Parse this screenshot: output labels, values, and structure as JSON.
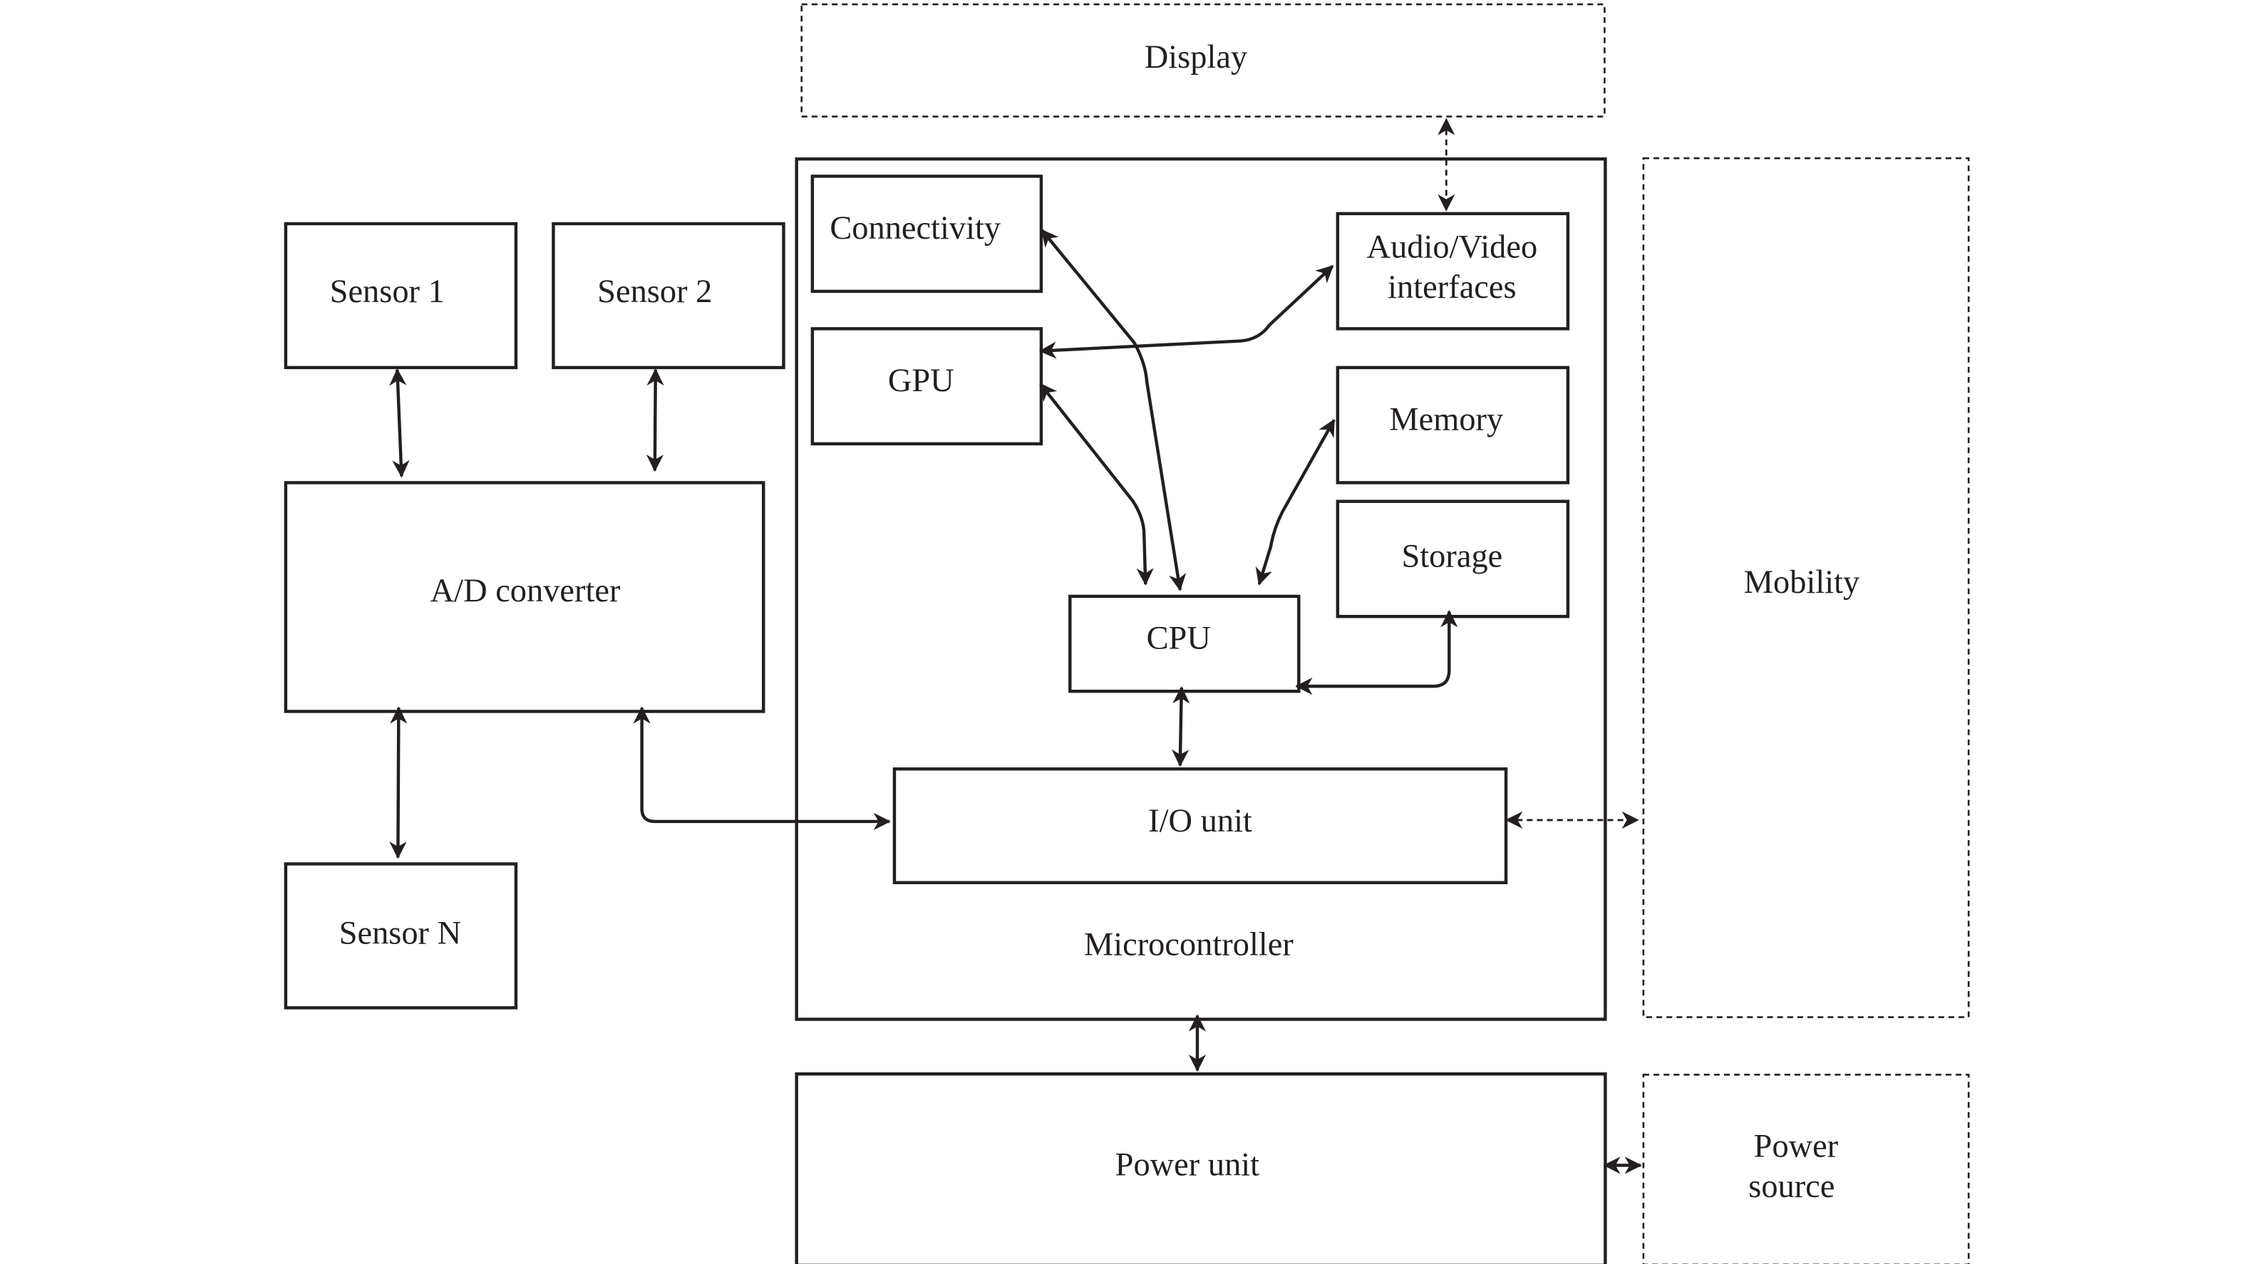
{
  "diagram": {
    "title": "IoT device block diagram",
    "colors": {
      "stroke": "#231f20",
      "background": "#ffffff"
    },
    "external": {
      "display": "Display",
      "mobility": "Mobility",
      "power_source": [
        "Power",
        "source"
      ]
    },
    "sensors": {
      "sensor1": "Sensor 1",
      "sensor2": "Sensor 2",
      "sensorN": "Sensor N",
      "adc": "A/D converter"
    },
    "microcontroller": {
      "label": "Microcontroller",
      "connectivity": "Connectivity",
      "gpu": "GPU",
      "av": [
        "Audio/Video",
        "interfaces"
      ],
      "memory": "Memory",
      "storage": "Storage",
      "cpu": "CPU",
      "io": "I/O unit"
    },
    "power_unit": "Power unit",
    "connections": [
      {
        "from": "Sensor 1",
        "to": "A/D converter",
        "style": "solid",
        "direction": "bidirectional"
      },
      {
        "from": "Sensor 2",
        "to": "A/D converter",
        "style": "solid",
        "direction": "bidirectional"
      },
      {
        "from": "Sensor N",
        "to": "A/D converter",
        "style": "solid",
        "direction": "bidirectional"
      },
      {
        "from": "A/D converter",
        "to": "I/O unit",
        "style": "solid",
        "direction": "bidirectional"
      },
      {
        "from": "Display",
        "to": "Audio/Video interfaces",
        "style": "dashed",
        "direction": "bidirectional"
      },
      {
        "from": "Audio/Video interfaces",
        "to": "GPU",
        "style": "solid",
        "direction": "bidirectional"
      },
      {
        "from": "Connectivity",
        "to": "CPU",
        "style": "solid",
        "direction": "bidirectional"
      },
      {
        "from": "GPU",
        "to": "CPU",
        "style": "solid",
        "direction": "bidirectional"
      },
      {
        "from": "Memory",
        "to": "CPU",
        "style": "solid",
        "direction": "bidirectional"
      },
      {
        "from": "Storage",
        "to": "CPU",
        "style": "solid",
        "direction": "bidirectional"
      },
      {
        "from": "CPU",
        "to": "I/O unit",
        "style": "solid",
        "direction": "bidirectional"
      },
      {
        "from": "I/O unit",
        "to": "Mobility",
        "style": "dashed",
        "direction": "bidirectional"
      },
      {
        "from": "Microcontroller",
        "to": "Power unit",
        "style": "solid",
        "direction": "bidirectional"
      },
      {
        "from": "Power unit",
        "to": "Power source",
        "style": "solid",
        "direction": "bidirectional"
      }
    ]
  }
}
